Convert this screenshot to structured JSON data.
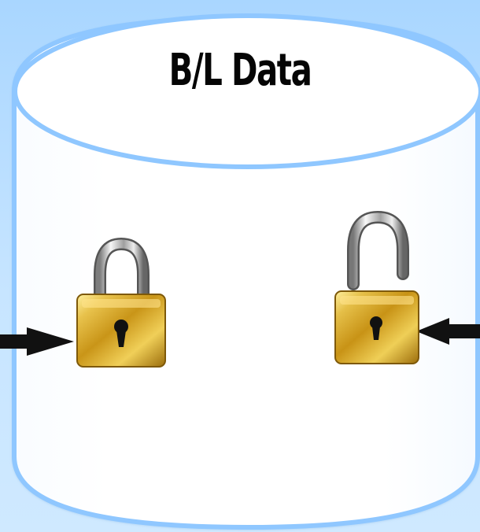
{
  "diagram": {
    "title": "B/L Data",
    "colors": {
      "background_top": "#a9d6ff",
      "background_bottom": "#cfe9ff",
      "cylinder_fill": "#ffffff",
      "cylinder_outline": "#8fc7ff",
      "arrow": "#111111",
      "lock_gold": "#d7ad2c",
      "shackle_silver": "#b9b9b9"
    },
    "elements": [
      {
        "name": "database-cylinder",
        "icon": "cylinder"
      },
      {
        "name": "locked-padlock-icon",
        "icon": "padlock-locked"
      },
      {
        "name": "unlocked-padlock-icon",
        "icon": "padlock-unlocked"
      },
      {
        "name": "left-arrow",
        "icon": "arrow-right"
      },
      {
        "name": "right-arrow",
        "icon": "arrow-left"
      }
    ]
  }
}
